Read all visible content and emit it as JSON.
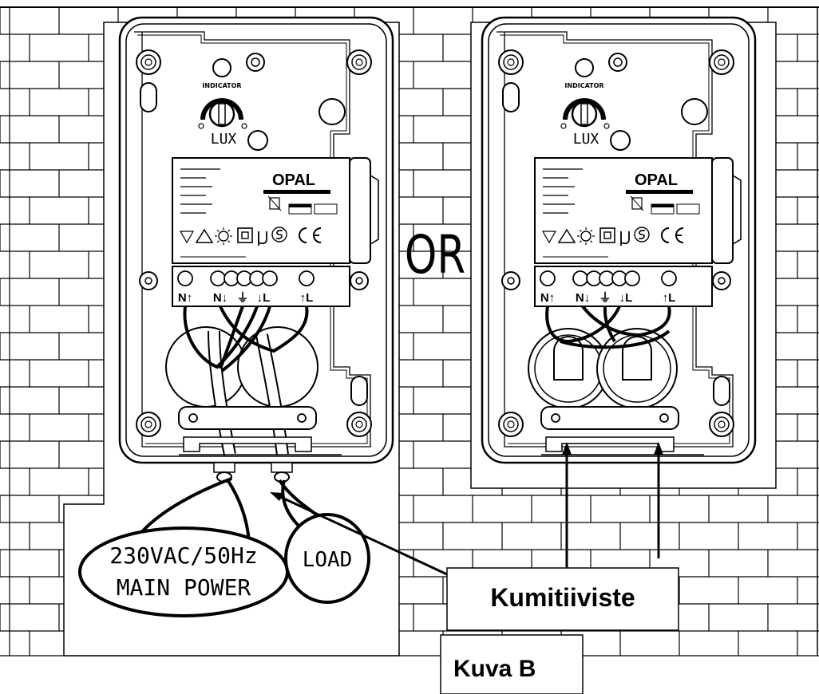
{
  "or_label": "OR",
  "callouts": {
    "kumitiiviste": "Kumitiiviste",
    "kuva_b": "Kuva B",
    "main_power_line1": "230VAC/50Hz",
    "main_power_line2": "MAIN POWER",
    "load": "LOAD"
  },
  "switch_units": [
    {
      "indicator": "INDICATOR",
      "lux": "LUX",
      "brand": "OPAL",
      "terminals": [
        "N↑",
        "N↓",
        "⏚",
        "↓L",
        "↑L"
      ]
    },
    {
      "indicator": "INDICATOR",
      "lux": "LUX",
      "brand": "OPAL",
      "terminals": [
        "N↑",
        "N↓",
        "⏚",
        "↓L",
        "↑L"
      ]
    }
  ],
  "colors": {
    "ink": "#000000",
    "paper": "#ffffff"
  }
}
